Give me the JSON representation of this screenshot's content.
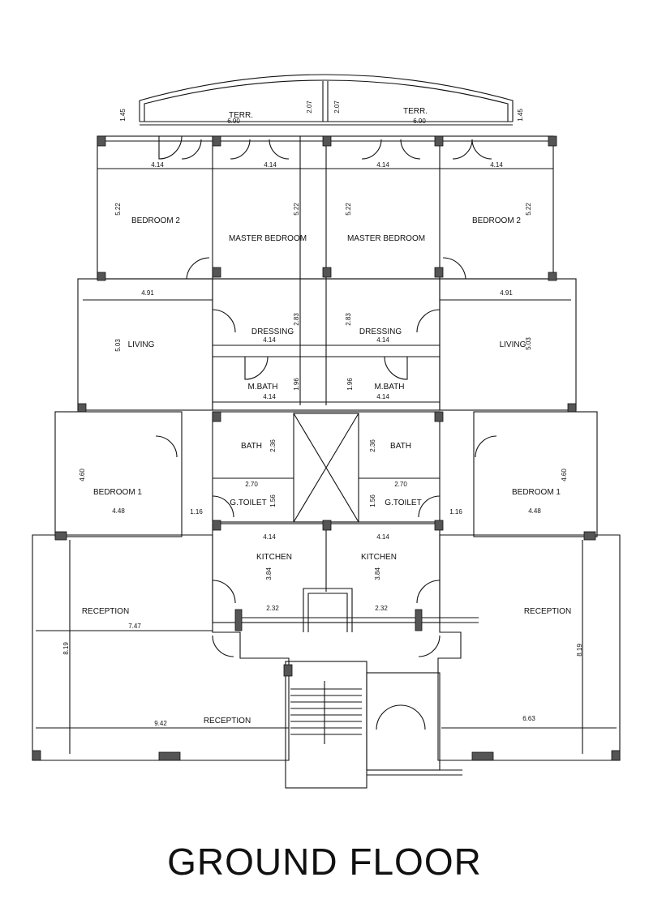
{
  "title": "GROUND FLOOR",
  "rooms": {
    "terr_left": "TERR.",
    "terr_right": "TERR.",
    "bedroom2_left": "BEDROOM 2",
    "bedroom2_right": "BEDROOM 2",
    "master_left": "MASTER BEDROOM",
    "master_right": "MASTER BEDROOM",
    "living_left": "LIVING",
    "living_right": "LIVING",
    "dressing_left": "DRESSING",
    "dressing_right": "DRESSING",
    "mbath_left": "M.BATH",
    "mbath_right": "M.BATH",
    "bath_left": "BATH",
    "bath_right": "BATH",
    "gtoilet_left": "G.TOILET",
    "gtoilet_right": "G.TOILET",
    "bedroom1_left": "BEDROOM 1",
    "bedroom1_right": "BEDROOM 1",
    "kitchen_left": "KITCHEN",
    "kitchen_right": "KITCHEN",
    "reception_left": "RECEPTION",
    "reception_right": "RECEPTION",
    "reception_center": "RECEPTION"
  },
  "dims": {
    "terr_h_left": "1.45",
    "terr_w_left": "6.90",
    "terr_h_mid_left": "2.07",
    "terr_h_mid_right": "2.07",
    "terr_w_right": "6.90",
    "terr_h_right": "1.45",
    "w_bed2_left": "4.14",
    "w_master_left": "4.14",
    "w_master_right": "4.14",
    "w_bed2_right": "4.14",
    "h_bed2_left": "5.22",
    "h_master_left": "5.22",
    "h_master_right": "5.22",
    "h_bed2_right": "5.22",
    "w_living_left": "4.91",
    "w_living_right": "4.91",
    "h_living_left": "5.03",
    "h_living_right": "5.03",
    "h_dress_left": "2.83",
    "h_dress_right": "2.83",
    "w_dress_left": "4.14",
    "w_dress_right": "4.14",
    "h_mbath_left": "1.96",
    "h_mbath_right": "1.96",
    "w_mbath_left": "4.14",
    "w_mbath_right": "4.14",
    "h_bath_left": "2.36",
    "h_bath_right": "2.36",
    "w_bath_left": "2.70",
    "w_bath_right": "2.70",
    "h_gt_left": "1.56",
    "h_gt_right": "1.56",
    "h_bed1_left": "4.60",
    "h_bed1_right": "4.60",
    "w_bed1_left": "4.48",
    "w_bed1_right": "4.48",
    "w_corr_left": "1.16",
    "w_corr_right": "1.16",
    "w_kit_left": "4.14",
    "w_kit_right": "4.14",
    "h_kit_left": "3.84",
    "h_kit_right": "3.84",
    "w_kit2_left": "2.32",
    "w_kit2_right": "2.32",
    "w_rec_left": "7.47",
    "h_rec_left": "8.19",
    "h_rec_right": "8.19",
    "w_rec_center": "9.42",
    "w_rec_right": "6.63"
  }
}
